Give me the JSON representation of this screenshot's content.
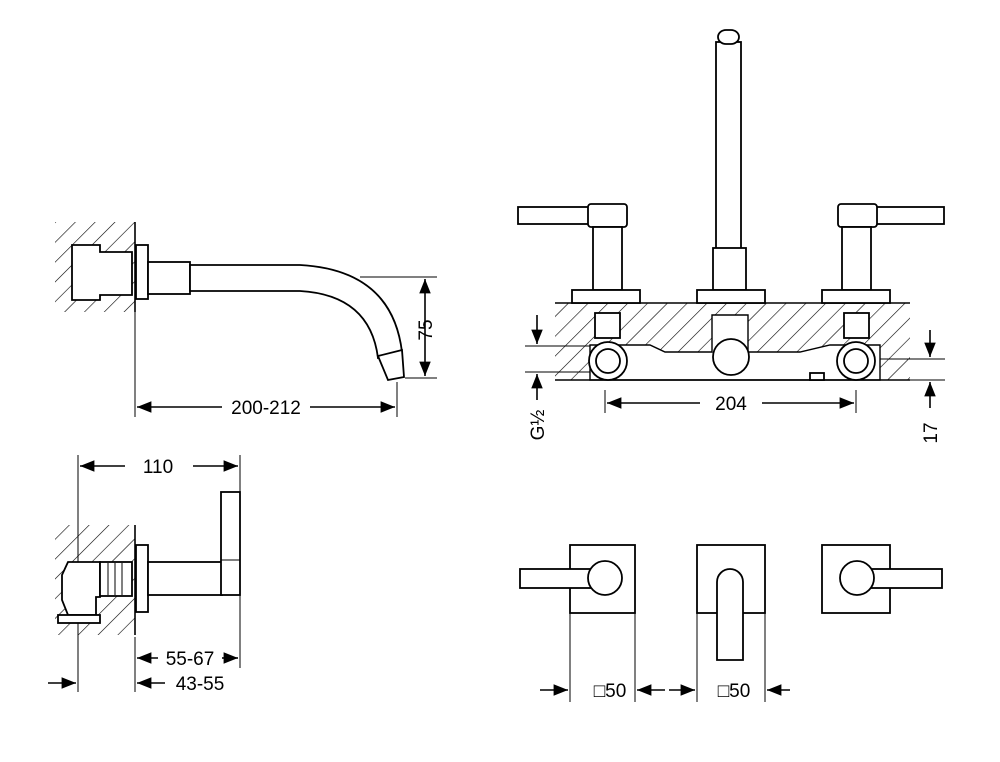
{
  "drawing": {
    "side_view_spout": {
      "height_dim": "75",
      "length_dim": "200-212"
    },
    "side_view_valve": {
      "total_dim": "110",
      "projection_dim": "55-67",
      "wall_depth_dim": "43-55"
    },
    "front_view": {
      "thread_dim": "G½",
      "centers_dim": "204",
      "offset_dim": "17"
    },
    "top_view": {
      "handle_square_dim": "□50",
      "spout_square_dim": "□50"
    }
  },
  "colors": {
    "line": "#000000",
    "background": "#ffffff"
  }
}
